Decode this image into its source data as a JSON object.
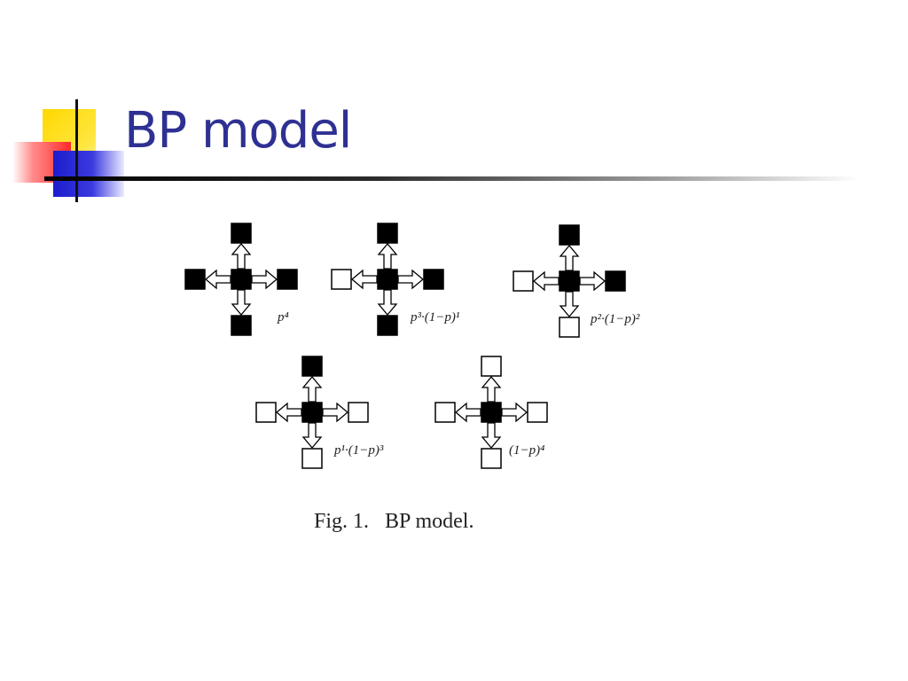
{
  "slide": {
    "title": "BP model"
  },
  "figure": {
    "caption": "Fig. 1.   BP model.",
    "configurations": [
      {
        "id": "c1",
        "neighbors": {
          "up": "filled",
          "left": "filled",
          "right": "filled",
          "down": "filled"
        },
        "formula": "p⁴"
      },
      {
        "id": "c2",
        "neighbors": {
          "up": "filled",
          "left": "empty",
          "right": "filled",
          "down": "filled"
        },
        "formula": "p³·(1−p)¹"
      },
      {
        "id": "c3",
        "neighbors": {
          "up": "filled",
          "left": "empty",
          "right": "filled",
          "down": "empty"
        },
        "formula": "p²·(1−p)²"
      },
      {
        "id": "c4",
        "neighbors": {
          "up": "filled",
          "left": "empty",
          "right": "empty",
          "down": "empty"
        },
        "formula": "p¹·(1−p)³"
      },
      {
        "id": "c5",
        "neighbors": {
          "up": "empty",
          "left": "empty",
          "right": "empty",
          "down": "empty"
        },
        "formula": "(1−p)⁴"
      }
    ]
  }
}
